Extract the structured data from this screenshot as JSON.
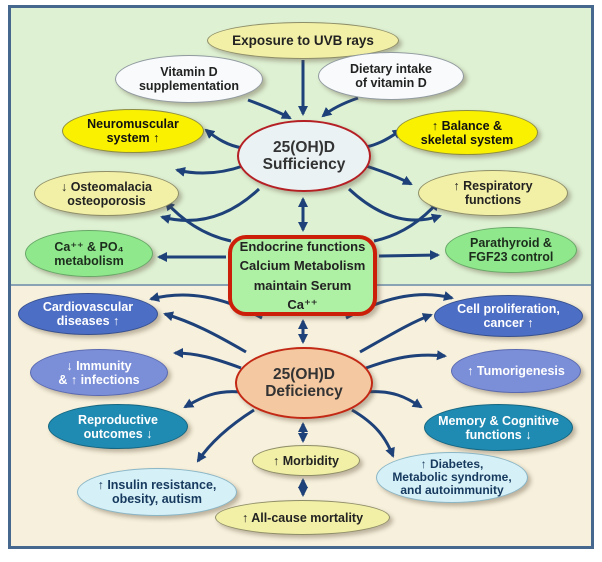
{
  "palette": {
    "frame_border": "#46688e",
    "panel_top_bg": "#def1d3",
    "panel_bottom_bg": "#f6f0dc",
    "arrow": "#1d4178",
    "bright_yellow": "#f9f100",
    "pale_yellow": "#f2f0a6",
    "green": "#8fe88c",
    "royal_blue": "#4d6ec5",
    "periwinkle": "#7b8ed8",
    "teal": "#1f8ab2",
    "light_cyan": "#d6f0f7",
    "white_node": "#f8fafb",
    "sufficiency_fill": "#eaf2f4",
    "deficiency_fill": "#f4c9a2",
    "endocrine_fill": "#aef0a4",
    "red_border": "#c32814"
  },
  "nodes": {
    "uvb": {
      "label": "Exposure to UVB rays"
    },
    "vitamin_d_supplementation": {
      "label": "Vitamin D\nsupplementation"
    },
    "dietary_intake": {
      "label": "Dietary intake\nof vitamin D"
    },
    "neuromuscular": {
      "label": "Neuromuscular\nsystem ↑"
    },
    "balance_skeletal": {
      "label": "↑ Balance &\nskeletal system"
    },
    "osteomalacia": {
      "label": "↓ Osteomalacia\nosteoporosis"
    },
    "respiratory": {
      "label": "↑ Respiratory\nfunctions"
    },
    "ca_po4": {
      "label": "Ca⁺⁺ & PO₄\nmetabolism"
    },
    "parathyroid": {
      "label": "Parathyroid &\nFGF23 control"
    },
    "sufficiency": {
      "label": "25(OH)D\nSufficiency"
    },
    "endocrine_box": {
      "label": "Endocrine functions\nCalcium Metabolism\nmaintain Serum Ca⁺⁺"
    },
    "deficiency": {
      "label": "25(OH)D\nDeficiency"
    },
    "cardiovascular": {
      "label": "Cardiovascular\ndiseases ↑"
    },
    "immunity": {
      "label": "↓ Immunity\n& ↑ infections"
    },
    "reproductive": {
      "label": "Reproductive\noutcomes ↓"
    },
    "insulin": {
      "label": "↑ Insulin resistance,\nobesity, autism"
    },
    "morbidity": {
      "label": "↑ Morbidity"
    },
    "all_cause_mortality": {
      "label": "↑ All-cause mortality"
    },
    "cell_proliferation": {
      "label": "Cell proliferation,\ncancer ↑"
    },
    "tumorigenesis": {
      "label": "↑ Tumorigenesis"
    },
    "memory_cognitive": {
      "label": "Memory & Cognitive\nfunctions ↓"
    },
    "diabetes": {
      "label": "↑ Diabetes,\nMetabolic syndrome,\nand autoimmunity"
    }
  },
  "edges": [
    {
      "from": "uvb",
      "to": "sufficiency",
      "double": false
    },
    {
      "from": "vitamin_d_supplementation",
      "to": "sufficiency",
      "double": false
    },
    {
      "from": "dietary_intake",
      "to": "sufficiency",
      "double": false
    },
    {
      "from": "sufficiency",
      "to": "neuromuscular",
      "double": false
    },
    {
      "from": "sufficiency",
      "to": "balance_skeletal",
      "double": false
    },
    {
      "from": "sufficiency",
      "to": "osteomalacia",
      "double": false
    },
    {
      "from": "sufficiency",
      "to": "respiratory",
      "double": false
    },
    {
      "from": "sufficiency",
      "to": "osteomalacia",
      "double": false
    },
    {
      "from": "endocrine_box",
      "to": "osteomalacia",
      "double": false
    },
    {
      "from": "sufficiency",
      "to": "respiratory",
      "double": false
    },
    {
      "from": "endocrine_box",
      "to": "respiratory",
      "double": false
    },
    {
      "from": "sufficiency",
      "to": "endocrine_box",
      "double": true
    },
    {
      "from": "endocrine_box",
      "to": "ca_po4",
      "double": false
    },
    {
      "from": "endocrine_box",
      "to": "parathyroid",
      "double": false
    },
    {
      "from": "endocrine_box",
      "to": "deficiency",
      "double": true
    },
    {
      "from": "deficiency",
      "to": "cardiovascular",
      "double": false
    },
    {
      "from": "deficiency",
      "to": "cardiovascular",
      "double": false
    },
    {
      "from": "deficiency",
      "to": "immunity",
      "double": false
    },
    {
      "from": "deficiency",
      "to": "reproductive",
      "double": false
    },
    {
      "from": "deficiency",
      "to": "insulin",
      "double": false
    },
    {
      "from": "deficiency",
      "to": "cell_proliferation",
      "double": false
    },
    {
      "from": "deficiency",
      "to": "cell_proliferation",
      "double": false
    },
    {
      "from": "deficiency",
      "to": "tumorigenesis",
      "double": false
    },
    {
      "from": "deficiency",
      "to": "memory_cognitive",
      "double": false
    },
    {
      "from": "deficiency",
      "to": "diabetes",
      "double": false
    },
    {
      "from": "deficiency",
      "to": "morbidity",
      "double": true
    },
    {
      "from": "morbidity",
      "to": "all_cause_mortality",
      "double": true
    }
  ]
}
